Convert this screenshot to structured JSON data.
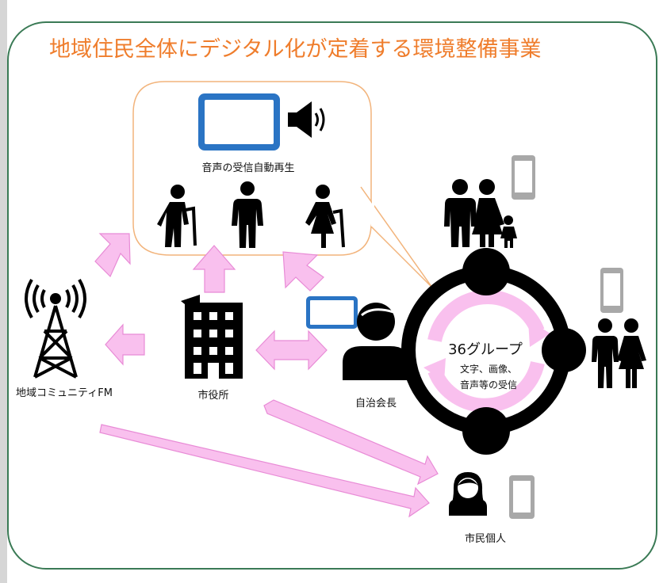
{
  "title": "地域住民全体にデジタル化が定着する環境整備事業",
  "colors": {
    "frame": "#3a7a55",
    "title": "#ef7d2c",
    "bubble_border": "#f2b47c",
    "arrow_fill": "#f9c0ee",
    "arrow_stroke": "#e88bd6",
    "tablet": "#2a74c4",
    "phone": "#a8a8a8",
    "ink": "#000000"
  },
  "bubble": {
    "caption": "音声の受信自動再生",
    "icons": [
      "tablet-icon",
      "speaker-icon",
      "elderly-man-cane-icon",
      "man-icon",
      "elderly-woman-cane-icon"
    ]
  },
  "nodes": {
    "fm": {
      "label": "地域コミュニティFM",
      "icon": "radio-tower-icon"
    },
    "city_hall": {
      "label": "市役所",
      "icon": "building-icon"
    },
    "chairman": {
      "label": "自治会長",
      "icon": "person-icon"
    },
    "citizen": {
      "label": "市民個人",
      "icon": "woman-icon"
    }
  },
  "group": {
    "title": "36グループ",
    "sub_line1": "文字、画像、",
    "sub_line2": "音声等の受信"
  }
}
